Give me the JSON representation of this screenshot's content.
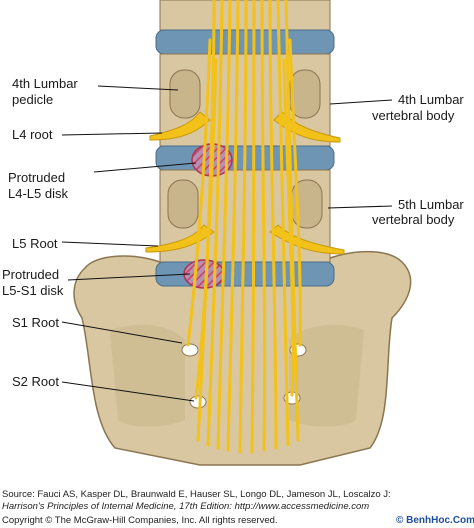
{
  "labels": {
    "pedicle_l1": "4th Lumbar",
    "pedicle_l2": "pedicle",
    "l4_root": "L4 root",
    "protruded_l4l5_l1": "Protruded",
    "protruded_l4l5_l2": "L4-L5 disk",
    "l5_root": "L5 Root",
    "protruded_l5s1_l1": "Protruded",
    "protruded_l5s1_l2": "L5-S1 disk",
    "s1_root": "S1 Root",
    "s2_root": "S2 Root",
    "body4_l1": "4th Lumbar",
    "body4_l2": "vertebral body",
    "body5_l1": "5th Lumbar",
    "body5_l2": "vertebral body"
  },
  "source": {
    "line1": "Source: Fauci AS, Kasper DL, Braunwald E, Hauser SL, Longo DL, Jameson JL, Loscalzo J:",
    "line2": "Harrison's Principles of Internal Medicine, 17th Edition: http://www.accessmedicine.com",
    "line3": "Copyright © The McGraw-Hill Companies, Inc. All rights reserved.",
    "watermark": "© BenhHoc.Com"
  },
  "colors": {
    "bone": "#d8c7a1",
    "bone_shade": "#b39c74",
    "disk": "#6f95b4",
    "nerve": "#f2c21b",
    "nerve_dark": "#c99a0e",
    "herniation": "#c8425f"
  }
}
